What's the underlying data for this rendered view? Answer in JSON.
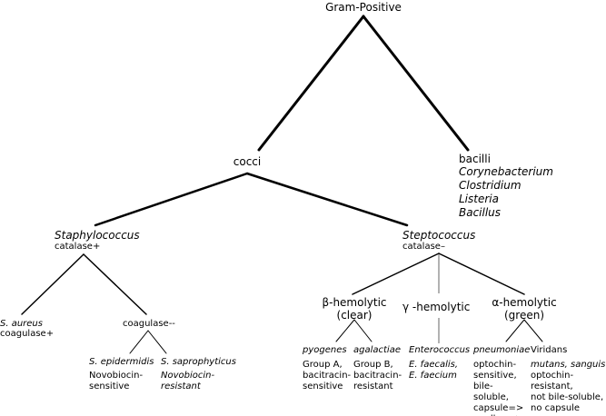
{
  "root": "Gram-Positive",
  "cocci": "cocci",
  "bacilli": {
    "label": "bacilli",
    "genera": [
      "Corynebacterium",
      "Clostridium",
      "Listeria",
      "Bacillus"
    ]
  },
  "staph": {
    "name": "Staphylococcus",
    "test": "catalase+",
    "aureus": {
      "name": "S. aureus",
      "note": "coagulase+"
    },
    "coag_neg": "coagulase--",
    "epidermidis": {
      "name": "S. epidermidis",
      "note": "Novobiocin-\nsensitive"
    },
    "saprophyticus": {
      "name": "S. saprophyticus",
      "note": "Novobiocin-\nresistant"
    }
  },
  "strep": {
    "name": "Steptococcus",
    "test": "catalase–",
    "beta": {
      "line1": "β-hemolytic",
      "line2": "(clear)"
    },
    "gamma": "γ -hemolytic",
    "alpha": {
      "line1": "α-hemolytic",
      "line2": "(green)"
    },
    "pyogenes": {
      "name": "pyogenes",
      "note": "Group A,\nbacitracin-\nsensitive"
    },
    "agalactiae": {
      "name": "agalactiae",
      "note": "Group B,\nbacitracin-\nresistant"
    },
    "enterococcus": {
      "name": "Enterococcus",
      "note": "E. faecalis,\nE. faecium"
    },
    "pneumoniae": {
      "name": "pneumoniae",
      "note": "optochin-\nsensitive,\nbile-\nsoluble,\ncapsule=>\nquellung+"
    },
    "viridans": {
      "name": "Viridans",
      "species": "mutans, sanguis",
      "note": "optochin-\nresistant,\nnot bile-soluble,\nno capsule"
    }
  },
  "colors": {
    "line": "#000000",
    "gamma_line": "#999999"
  }
}
